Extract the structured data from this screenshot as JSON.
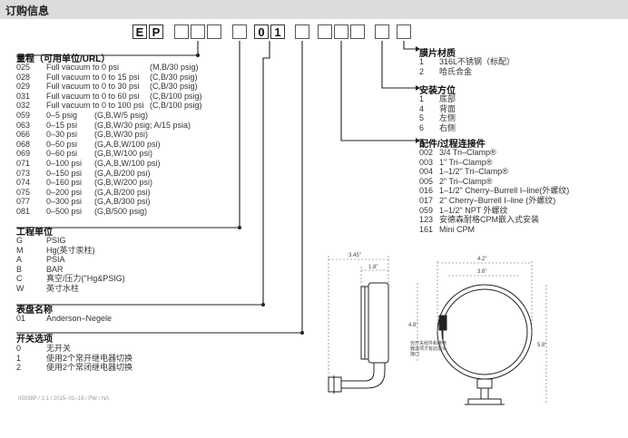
{
  "header": {
    "title": "订购信息"
  },
  "code": {
    "prefix1": "E",
    "prefix2": "P",
    "digit1": "0",
    "digit2": "1"
  },
  "range": {
    "title": "量程（可用单位/URL）",
    "rows": [
      {
        "code": "025",
        "desc": "Full vacuum to 0 psi",
        "units": "(M,B/30 psig)"
      },
      {
        "code": "028",
        "desc": "Full vacuum to 0 to 15 psi",
        "units": "(C,B/30 psig)"
      },
      {
        "code": "029",
        "desc": "Full vacuum to 0 to 30 psi",
        "units": "(C,B/30 psig)"
      },
      {
        "code": "031",
        "desc": "Full vacuum to 0 to 60 psi",
        "units": "(C,B/100 psig)"
      },
      {
        "code": "032",
        "desc": "Full vacuum to 0 to 100 psi",
        "units": "(C,B/100 psig)"
      }
    ],
    "rows2": [
      {
        "code": "059",
        "desc": "0–5 psig",
        "units": "(G,B,W/5 psig)"
      },
      {
        "code": "063",
        "desc": "0–15 psi",
        "units": "(G,B,W/30 psig; A/15 psia)"
      },
      {
        "code": "066",
        "desc": "0–30 psi",
        "units": "(G,B,W/30 psi)"
      },
      {
        "code": "068",
        "desc": "0–50 psi",
        "units": "(G,A,B,W/100 psi)"
      },
      {
        "code": "069",
        "desc": "0–60 psi",
        "units": "(G,B,W/100 psi)"
      },
      {
        "code": "071",
        "desc": "0–100 psi",
        "units": "(G,A,B,W/100 psi)"
      },
      {
        "code": "073",
        "desc": "0–150 psi",
        "units": "(G,A,B/200 psi)"
      },
      {
        "code": "074",
        "desc": "0–160 psi",
        "units": "(G,B,W/200 psi)"
      },
      {
        "code": "075",
        "desc": "0–200 psi",
        "units": "(G,A,B/200 psi)"
      },
      {
        "code": "077",
        "desc": "0–300 psi",
        "units": "(G,A,B/300 psi)"
      },
      {
        "code": "081",
        "desc": "0–500 psi",
        "units": "(G,B/500 psig)"
      }
    ]
  },
  "units": {
    "title": "工程单位",
    "rows": [
      {
        "code": "G",
        "desc": "PSIG"
      },
      {
        "code": "M",
        "desc": "Hg(英寸汞柱)"
      },
      {
        "code": "A",
        "desc": "PSIA"
      },
      {
        "code": "B",
        "desc": "BAR"
      },
      {
        "code": "C",
        "desc": "真空/压力(\"Hg&PSIG)"
      },
      {
        "code": "W",
        "desc": "英寸水柱"
      }
    ]
  },
  "dial": {
    "title": "表盘名称",
    "rows": [
      {
        "code": "01",
        "desc": "Anderson–Negele"
      }
    ]
  },
  "switch": {
    "title": "开关选项",
    "rows": [
      {
        "code": "0",
        "desc": "无开关"
      },
      {
        "code": "1",
        "desc": "使用2个常开继电器切换"
      },
      {
        "code": "2",
        "desc": "使用2个常闭继电器切换"
      }
    ]
  },
  "diaphragm": {
    "title": "膜片材质",
    "rows": [
      {
        "code": "1",
        "desc": "316L不锈钢（标配）"
      },
      {
        "code": "2",
        "desc": "哈氏合金"
      }
    ]
  },
  "mounting": {
    "title": "安装方位",
    "rows": [
      {
        "code": "1",
        "desc": "底部"
      },
      {
        "code": "4",
        "desc": "背面"
      },
      {
        "code": "5",
        "desc": "左侧"
      },
      {
        "code": "6",
        "desc": "右侧"
      }
    ]
  },
  "fitting": {
    "title": "配件/过程连接件",
    "rows": [
      {
        "code": "002",
        "desc": "3/4 Tri–Clamp®"
      },
      {
        "code": "003",
        "desc": "1\" Tri–Clamp®"
      },
      {
        "code": "004",
        "desc": "1–1/2\" Tri–Clamp®"
      },
      {
        "code": "005",
        "desc": "2\" Tri–Clamp®"
      },
      {
        "code": "016",
        "desc": "1–1/2\" Cherry–Burrell I–line(外螺纹)"
      },
      {
        "code": "017",
        "desc": "2\" Cherry–Burrell I–line (外螺纹)"
      },
      {
        "code": "059",
        "desc": "1–1/2\" NPT 外螺纹"
      },
      {
        "code": "123",
        "desc": "安德森耐格CPM嵌入式安装"
      },
      {
        "code": "161",
        "desc": "Mini CPM"
      }
    ]
  },
  "drawing": {
    "dims": {
      "d345": "3.45\"",
      "d18": "1.8\"",
      "d48": "4.8\"",
      "d42": "4.2\"",
      "d36": "3.6\"",
      "d58": "5.8\""
    },
    "note": "仅开关组件和继电器选项才有此端头接口"
  },
  "footer": {
    "text": "05038P / 2.1 / 2015–01–19 / PW / NA"
  }
}
